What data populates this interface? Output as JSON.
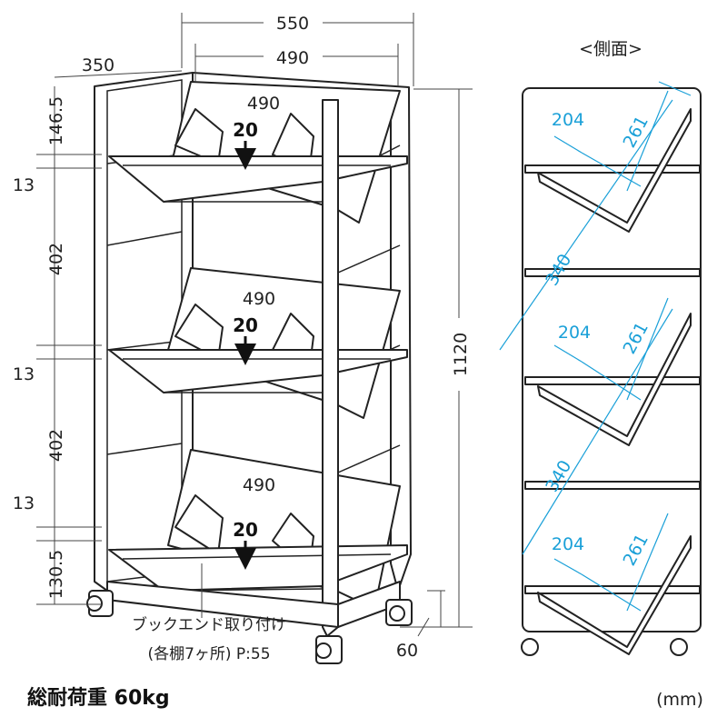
{
  "front": {
    "width_total": "550",
    "depth": "350",
    "width_inner": "490",
    "shelf_widths": [
      "490",
      "490",
      "490"
    ],
    "heights": [
      "146.5",
      "13",
      "402",
      "13",
      "402",
      "13",
      "130.5"
    ],
    "total_height": "1120",
    "caster_height": "60",
    "load_marks": [
      "20",
      "20",
      "20"
    ],
    "bookend_note_line1": "ブックエンド取り付け",
    "bookend_note_line2": "(各棚7ヶ所) P:55"
  },
  "side": {
    "title": "<側面>",
    "shelves": [
      {
        "a": "204",
        "b": "261"
      },
      {
        "a": "204",
        "b": "261"
      },
      {
        "a": "204",
        "b": "261"
      }
    ],
    "spacing": [
      "340",
      "340"
    ]
  },
  "footer": {
    "load_label": "総耐荷重 60kg",
    "unit": "(mm)"
  },
  "colors": {
    "line": "#222222",
    "dimension_cyan": "#1aa0d8"
  }
}
